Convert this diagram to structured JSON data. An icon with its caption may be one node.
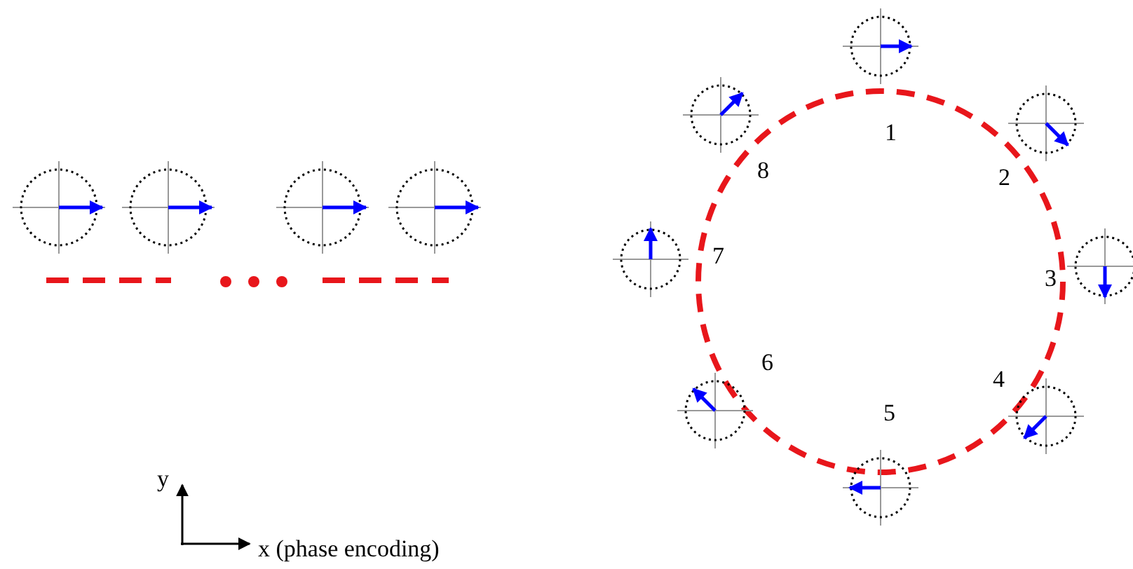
{
  "diagram": {
    "labels": [
      "1",
      "2",
      "3",
      "4",
      "5",
      "6",
      "7",
      "8",
      "y",
      "x (phase encoding)"
    ]
  }
}
